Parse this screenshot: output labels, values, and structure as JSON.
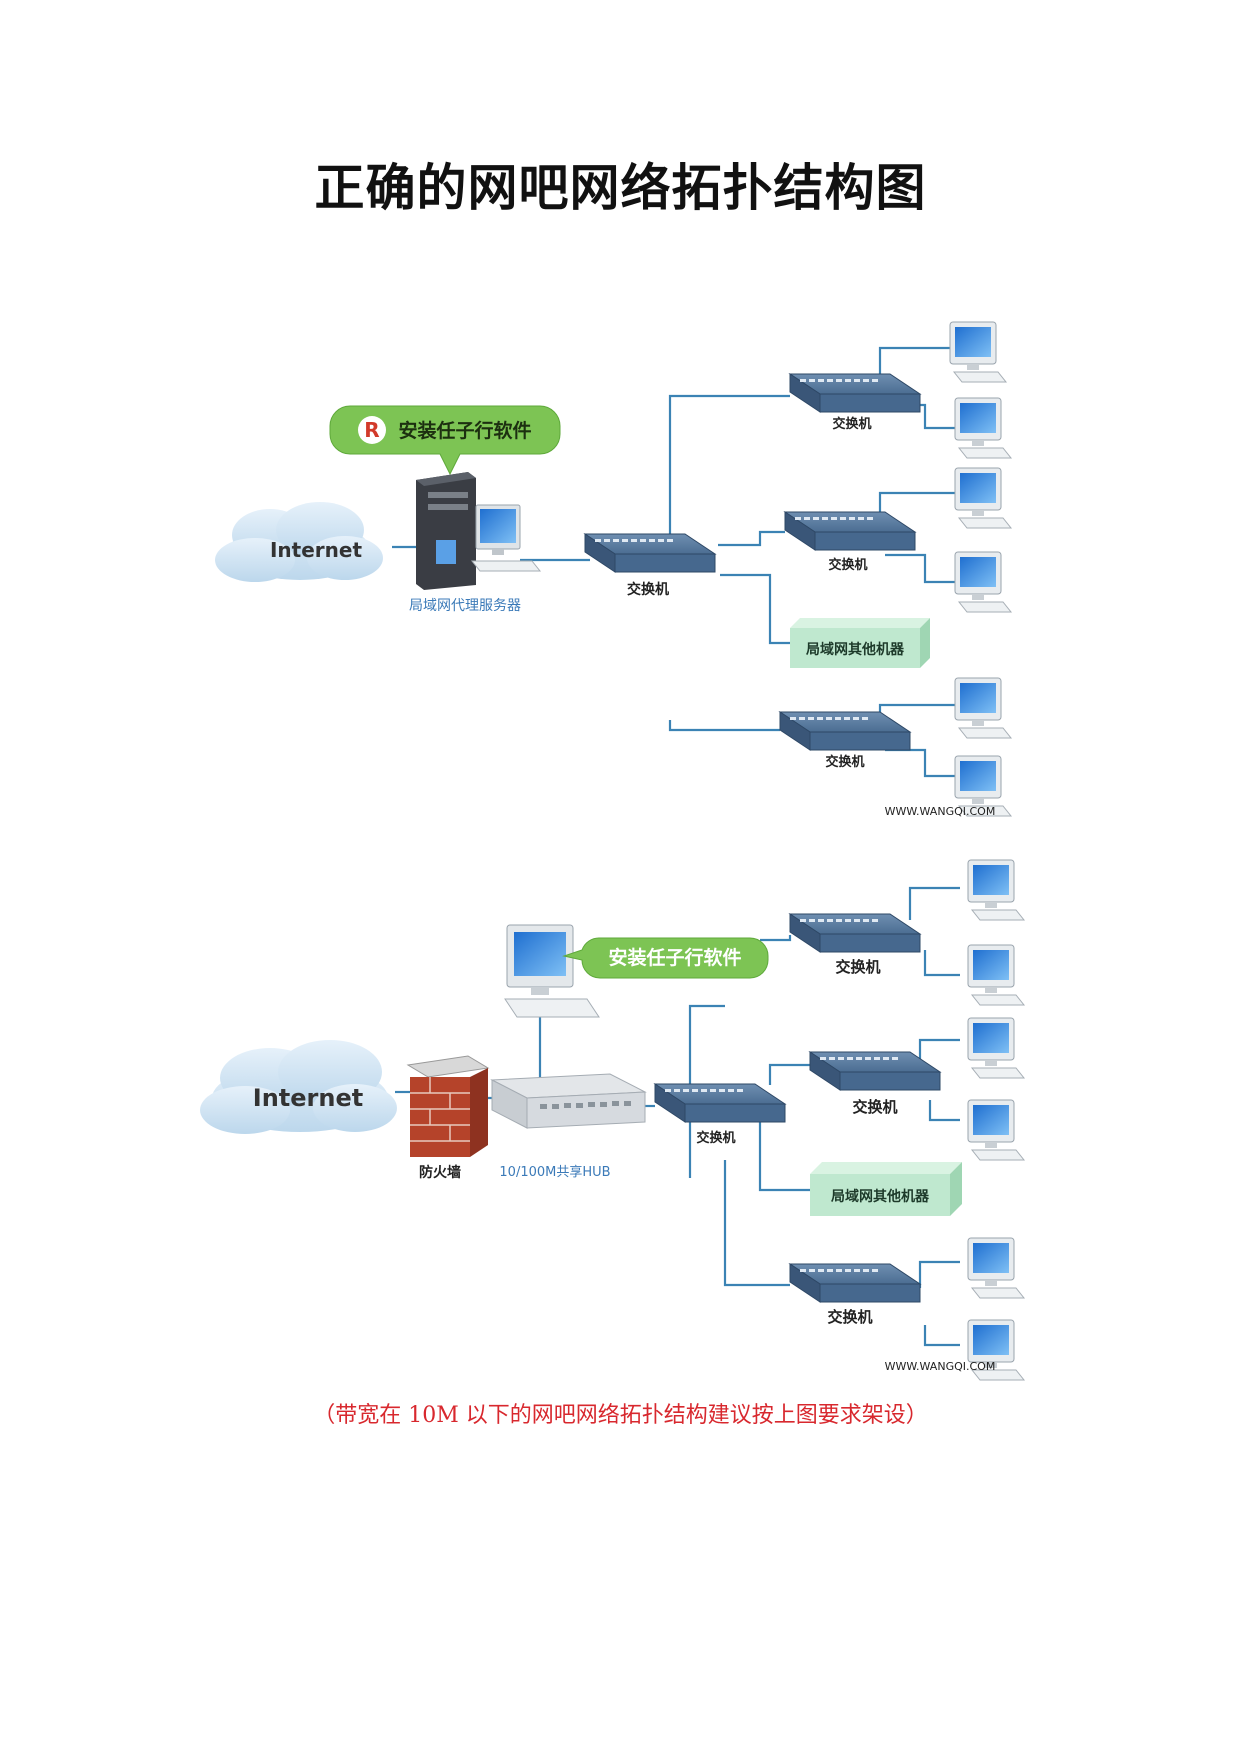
{
  "title": "正确的网吧网络拓扑结构图",
  "caption": "（带宽在 10M 以下的网吧网络拓扑结构建议按上图要求架设）",
  "colors": {
    "cable": "#3b83b4",
    "switch_body": "#3d5e83",
    "cloud": "#cfe3f3",
    "bubble": "#7dc454",
    "lan_box": "#bfe8cf",
    "firewall": "#b5432a"
  },
  "diagram1": {
    "internet": "Internet",
    "bubble": "安装任子行软件",
    "server_label": "局域网代理服务器",
    "core_switch_label": "交换机",
    "switch_labels": [
      "交换机",
      "交换机",
      "交换机"
    ],
    "lan_other": "局域网其他机器",
    "watermark": "WWW.WANGQI.COM"
  },
  "diagram2": {
    "internet": "Internet",
    "bubble": "安装任子行软件",
    "firewall_label": "防火墙",
    "hub_label": "10/100M共享HUB",
    "core_switch_label": "交换机",
    "switch_labels": [
      "交换机",
      "交换机",
      "交换机"
    ],
    "lan_other": "局域网其他机器",
    "watermark": "WWW.WANGQI.COM"
  }
}
